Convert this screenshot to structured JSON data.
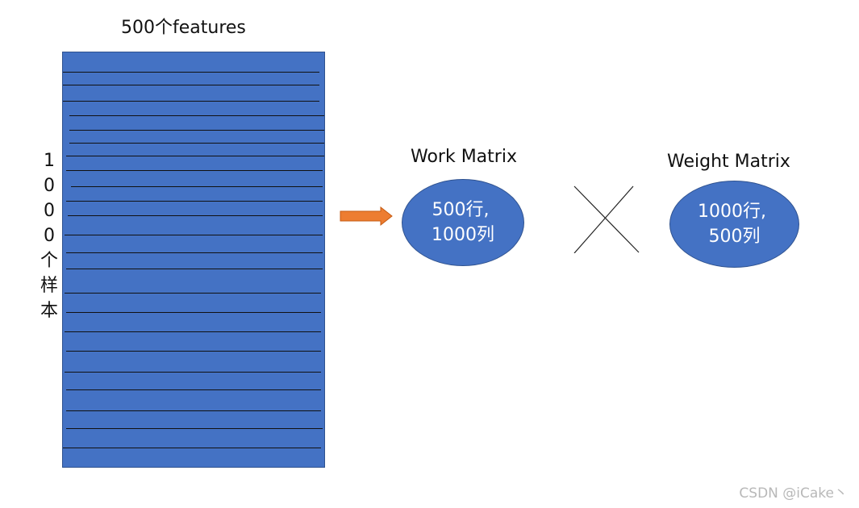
{
  "matrix": {
    "top_label": "500个features",
    "side_label_chars": [
      "1",
      "0",
      "0",
      "0",
      "个",
      "样",
      "本"
    ],
    "fill_color": "#4472c4",
    "line_color": "#111111"
  },
  "arrow": {
    "color": "#ed7d31"
  },
  "work_matrix": {
    "title": "Work Matrix",
    "line1": "500行,",
    "line2": "1000列",
    "fill_color": "#4472c4"
  },
  "operator": {
    "icon": "multiply-icon"
  },
  "weight_matrix": {
    "title": "Weight Matrix",
    "line1": "1000行,",
    "line2": "500列",
    "fill_color": "#4472c4"
  },
  "watermark": {
    "text": "CSDN @iCake丶"
  }
}
